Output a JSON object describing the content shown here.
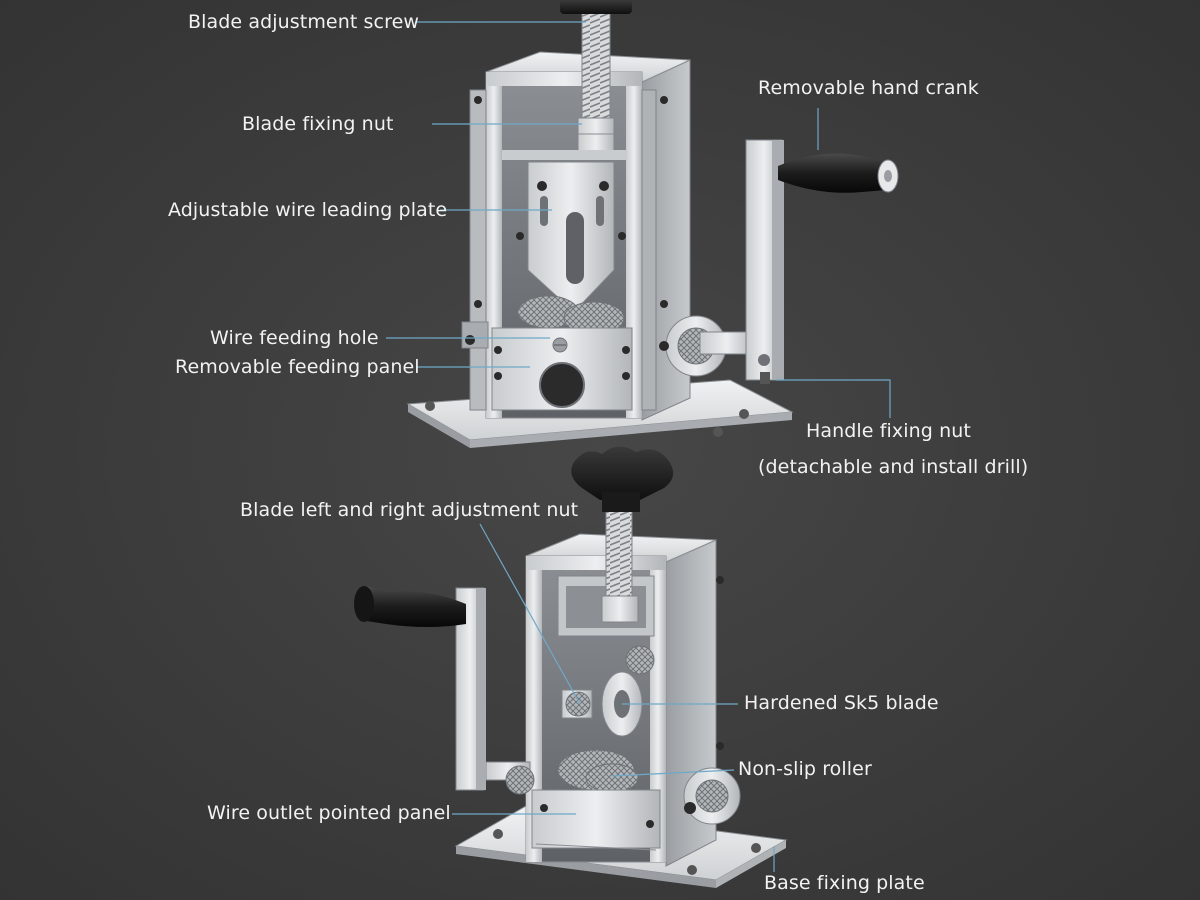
{
  "colors": {
    "background": "#3d3d3d",
    "leader_line": "#6fa8c8",
    "metal_light": "#e4e6e8",
    "metal_mid": "#b9bcbf",
    "metal_dark": "#7d8185",
    "knob": "#1c1c1c"
  },
  "top_machine": {
    "labels": {
      "blade_adjustment_screw": "Blade adjustment screw",
      "blade_fixing_nut": "Blade fixing nut",
      "adjustable_wire_leading_plate": "Adjustable wire leading plate",
      "wire_feeding_hole": "Wire feeding hole",
      "removable_feeding_panel": "Removable feeding panel",
      "removable_hand_crank": "Removable hand crank",
      "handle_fixing_nut": "Handle fixing nut",
      "handle_fixing_nut_note": "(detachable and install drill)"
    }
  },
  "bottom_machine": {
    "labels": {
      "blade_left_right_adjustment_nut": "Blade left and right adjustment nut",
      "hardened_sk5_blade": "Hardened Sk5 blade",
      "non_slip_roller": "Non-slip roller",
      "wire_outlet_pointed_panel": "Wire outlet pointed panel",
      "base_fixing_plate": "Base fixing plate"
    }
  }
}
